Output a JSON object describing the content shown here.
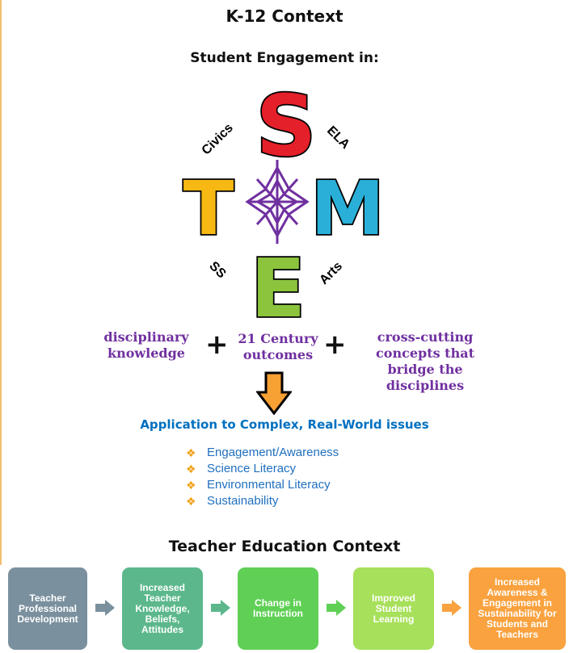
{
  "titles": {
    "k12": "K-12 Context",
    "engagement": "Student Engagement in:",
    "teacher_ed": "Teacher Education Context"
  },
  "steam": {
    "S": "S",
    "T": "T",
    "M": "M",
    "E": "E",
    "words": {
      "civics": "Civics",
      "ela": "ELA",
      "ss": "SS",
      "arts": "Arts"
    },
    "colors": {
      "S": "#e4202a",
      "T": "#f7b814",
      "M": "#2ab0d8",
      "E": "#8cc43e",
      "A": "#7030a0"
    }
  },
  "components": {
    "left": "disciplinary knowledge",
    "middle": "21 Century outcomes",
    "right": "cross-cutting concepts that bridge the disciplines",
    "plus": "+"
  },
  "application": {
    "title": "Application to Complex, Real-World issues",
    "items": [
      "Engagement/Awareness",
      "Science Literacy",
      "Environmental Literacy",
      "Sustainability"
    ]
  },
  "flow": [
    {
      "label": "Teacher Professional Development",
      "color": "#7a909e"
    },
    {
      "label": "Increased Teacher Knowledge, Beliefs, Attitudes",
      "color": "#5cb88c"
    },
    {
      "label": "Change in Instruction",
      "color": "#5fd055"
    },
    {
      "label": "Improved Student Learning",
      "color": "#a7e05a"
    },
    {
      "label": "Increased Awareness & Engagement in Sustainability for Students and Teachers",
      "color": "#f9a23f"
    }
  ],
  "flow_arrow_colors": [
    "#7a909e",
    "#5cb88c",
    "#5fd055",
    "#a7e05a",
    "#f9a23f"
  ]
}
